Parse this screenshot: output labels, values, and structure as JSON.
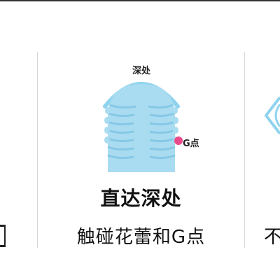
{
  "card": {
    "depth_label": "深处",
    "g_spot_label": "G点",
    "title": "直达深处",
    "subtitle": "触碰花蕾和G点"
  },
  "right_edge": {
    "text_fragment": "不"
  },
  "colors": {
    "shape_fill": "#a9dcf0",
    "shape_ridges": "#7fc4e3",
    "arc": "#8fd3ee",
    "g_spot_dot": "#e94b8a",
    "divider": "#d6d6d6"
  }
}
